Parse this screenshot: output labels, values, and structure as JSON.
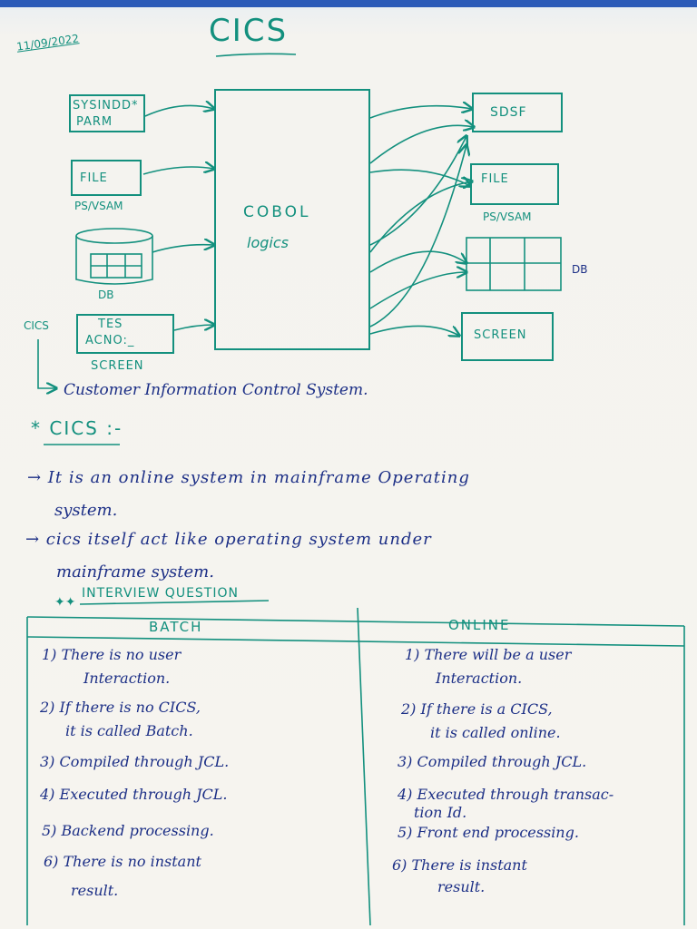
{
  "date": "11/09/2022",
  "title": "CICS",
  "diagram": {
    "inputs": {
      "sysin_line1": "SYSINDD*",
      "sysin_line2": "PARM",
      "file": "FILE",
      "file_sub": "PS/VSAM",
      "db": "DB",
      "screen_line1": "TES",
      "screen_line2": "ACNO:_",
      "screen_sub": "SCREEN"
    },
    "center_line1": "COBOL",
    "center_line2": "logics",
    "outputs": {
      "sdsf": "SDSF",
      "file": "FILE",
      "file_sub": "PS/VSAM",
      "db": "DB",
      "screen": "SCREEN"
    },
    "cics_side_label": "CICS",
    "expansion": "Customer Information Control System."
  },
  "section_heading": "* CICS :-",
  "notes": {
    "line1": "→ It is an online system in mainframe Operating",
    "line2": "system.",
    "line3": "→ cics itself act like operating system under",
    "line4": "mainframe system."
  },
  "interview_heading": "INTERVIEW QUESTION",
  "table": {
    "headers": [
      "BATCH",
      "ONLINE"
    ],
    "batch": [
      [
        "1) There is no user",
        "Interaction."
      ],
      [
        "2) If there is no CICS,",
        "it is called Batch."
      ],
      [
        "3) Compiled through JCL."
      ],
      [
        "4) Executed through JCL."
      ],
      [
        "5) Backend processing."
      ],
      [
        "6) There is no instant",
        "result."
      ]
    ],
    "online": [
      [
        "1) There will be a user",
        "Interaction."
      ],
      [
        "2) If there is a CICS,",
        "it is called online."
      ],
      [
        "3) Compiled through JCL."
      ],
      [
        "4) Executed through transac-",
        "tion Id."
      ],
      [
        "5) Front end processing."
      ],
      [
        "6) There is instant",
        "result."
      ]
    ]
  },
  "colors": {
    "ink_green": "#13907e",
    "ink_blue": "#1c2f86",
    "paper": "#f6f4ef"
  }
}
